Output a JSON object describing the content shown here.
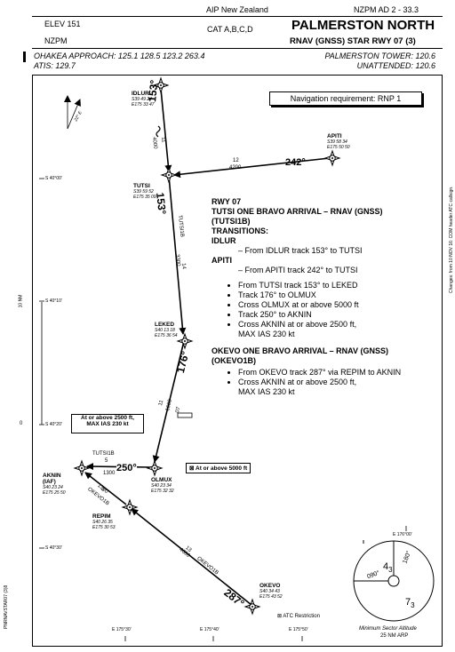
{
  "header": {
    "aip": "AIP New Zealand",
    "page_ref": "NZPM AD 2 - 33.3",
    "elev": "ELEV 151",
    "cat": "CAT A,B,C,D",
    "title": "PALMERSTON NORTH",
    "subtitle": "RNAV (GNSS) STAR RWY 07 (3)",
    "icao": "NZPM",
    "approach": "OHAKEA APPROACH: 125.1   128.5   123.2   263.4",
    "atis": "ATIS: 129.7",
    "tower": "PALMERSTON TOWER: 120.6",
    "unattended": "UNATTENDED: 120.6"
  },
  "nav_requirement": "Navigation requirement: RNP 1",
  "fixes": {
    "idlur": {
      "name": "IDLUR",
      "lat": "S39 49 24",
      "lon": "E175 33 47"
    },
    "apiti": {
      "name": "APITI",
      "lat": "S39 58 34",
      "lon": "E175 50 50"
    },
    "tutsi": {
      "name": "TUTSI",
      "lat": "S39 59 52",
      "lon": "E175 35 09"
    },
    "leked": {
      "name": "LEKED",
      "lat": "S40 13 18",
      "lon": "E175 36 54"
    },
    "olmux": {
      "name": "OLMUX",
      "lat": "S40 23 34",
      "lon": "E175 32 32"
    },
    "aknin": {
      "name": "AKNIN",
      "iaf": "(IAF)",
      "lat": "S40 23 24",
      "lon": "E175 25 50"
    },
    "repim": {
      "name": "REPIM",
      "lat": "S40 26 35",
      "lon": "E175 30 53"
    },
    "okevo": {
      "name": "OKEVO",
      "lat": "S40 34 43",
      "lon": "E175 43 52"
    }
  },
  "legs": {
    "idlur_track": "153°",
    "idlur_dist": "11",
    "idlur_alt": "4000",
    "apiti_track": "242°",
    "apiti_dist": "12",
    "apiti_alt": "4200",
    "tutsi_track": "153°",
    "tutsi_dist": "14",
    "tutsi_alt": "3300",
    "tutsi_label": "TUTSI1B",
    "leked_track": "176°",
    "leked_dist": "11",
    "leked_alt": "1600",
    "leked_num": "07",
    "olmux_track": "250°",
    "olmux_dist": "5",
    "olmux_alt": "1300",
    "olmux_label": "TUTSI1B",
    "repim_dist": "3",
    "repim_alt": "1300",
    "repim_label": "OKEVO1B",
    "okevo_track": "287°",
    "okevo_dist": "13",
    "okevo_alt": "4600",
    "okevo_label": "OKEVO1B"
  },
  "callouts": {
    "aknin": [
      "At or above 2500 ft,",
      "MAX IAS 230 kt"
    ],
    "olmux": "At or above 5000 ft",
    "atc": "ATC Restriction"
  },
  "grid": {
    "lat_3940": "S 40°00'",
    "lat_4010": "S 40°10'",
    "lat_4020": "S 40°20'",
    "lat_4030": "S 40°30'",
    "lon_17530": "E 175°30'",
    "lon_17540": "E 175°40'",
    "lon_17550": "E 175°50'",
    "lon_176": "E 176°00'",
    "scale": "10 NM",
    "scale_zero": "0",
    "var": "22° E"
  },
  "panel": {
    "rwy": "RWY 07",
    "star1": "TUTSI ONE BRAVO ARRIVAL – RNAV (GNSS)",
    "star1_code": "(TUTSI1B)",
    "transitions": "TRANSITIONS:",
    "t1": "IDLUR",
    "t1_desc": "– From IDLUR track 153° to TUTSI",
    "t2": "APITI",
    "t2_desc": "– From APITI track 242° to TUTSI",
    "bullets1": [
      "From TUTSI track 153° to LEKED",
      "Track 176° to OLMUX",
      "Cross OLMUX at or above 5000 ft",
      "Track 250° to AKNIN",
      "Cross AKNIN at or above 2500 ft,",
      "MAX IAS 230 kt"
    ],
    "star2": "OKEVO ONE BRAVO ARRIVAL – RNAV (GNSS)",
    "star2_code": "(OKEVO1B)",
    "bullets2": [
      "From OKEVO track 287° via REPIM to AKNIN",
      "Cross AKNIN at or above 2500 ft,",
      "MAX IAS 230 kt"
    ]
  },
  "msa": {
    "n1": "4",
    "n1b": "3",
    "n2": "7",
    "n2b": "3",
    "b1": "090°",
    "b2": "180°",
    "caption1": "Minimum Sector Altitude",
    "caption2": "25 NM ARP"
  },
  "side_note": "Changes: from 10 NOV 16: COM header ATC callsign.",
  "left_code": "PNRNAVSTAR07 (3)8"
}
